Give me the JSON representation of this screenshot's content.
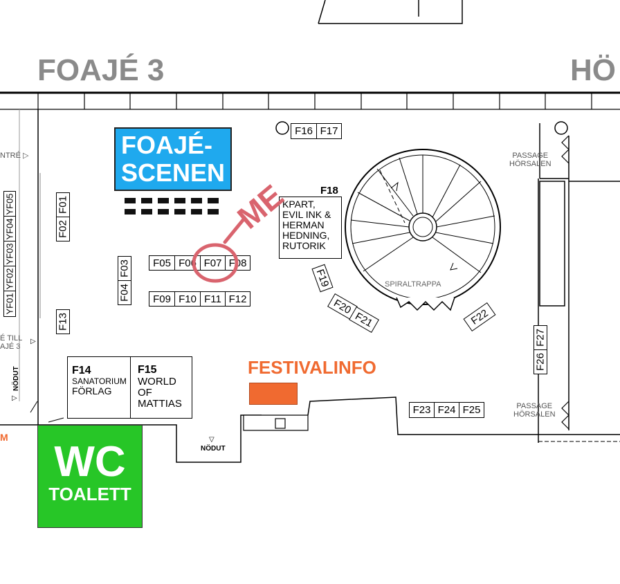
{
  "headers": {
    "left": "FOAJÉ 3",
    "right": "HÖ"
  },
  "stage": {
    "line1": "FOAJÉ-",
    "line2": "SCENEN",
    "color": "#1fa9ee"
  },
  "left_labels": {
    "entre": "NTRÉ",
    "tunnel_line1": "É TILL",
    "tunnel_line2": "AJÉ 3",
    "nodut": "NÖDUT",
    "m": "M"
  },
  "yf_booths": [
    "YF05",
    "YF04",
    "YF03",
    "YF02",
    "YF01"
  ],
  "booths_vertical": {
    "F01": "F01",
    "F02": "F02",
    "F03": "F03",
    "F04": "F04",
    "F13": "F13",
    "F19": "F19",
    "F26": "F26",
    "F27": "F27"
  },
  "booths": {
    "F05": "F05",
    "F06": "F06",
    "F07": "F07",
    "F08": "F08",
    "F09": "F09",
    "F10": "F10",
    "F11": "F11",
    "F12": "F12",
    "F16": "F16",
    "F17": "F17",
    "F20": "F20",
    "F21": "F21",
    "F22": "F22",
    "F23": "F23",
    "F24": "F24",
    "F25": "F25"
  },
  "f18": {
    "code": "F18",
    "lines": [
      "KPART,",
      "EVIL INK &",
      "HERMAN",
      "HEDNING,",
      "RUTORIK"
    ]
  },
  "f14": {
    "code": "F14",
    "line1": "SANATORIUM",
    "line2": "FÖRLAG"
  },
  "f15": {
    "code": "F15",
    "line1": "WORLD",
    "line2": "OF",
    "line3": "MATTIAS"
  },
  "festival": {
    "label": "FESTIVALINFO",
    "color": "#f06a30"
  },
  "wc": {
    "line1": "WC",
    "line2": "TOALETT",
    "color": "#27c627"
  },
  "nodut_bottom": "NÖDUT",
  "spiral": {
    "label": "SPIRALTRAPPA"
  },
  "passage_top": {
    "line1": "PASSAGE",
    "line2": "HÖRSALEN"
  },
  "passage_bottom": {
    "line1": "PASSAGE",
    "line2": "HÖRSALEN"
  },
  "annotation": {
    "text": "ME",
    "color": "#d9646e"
  }
}
